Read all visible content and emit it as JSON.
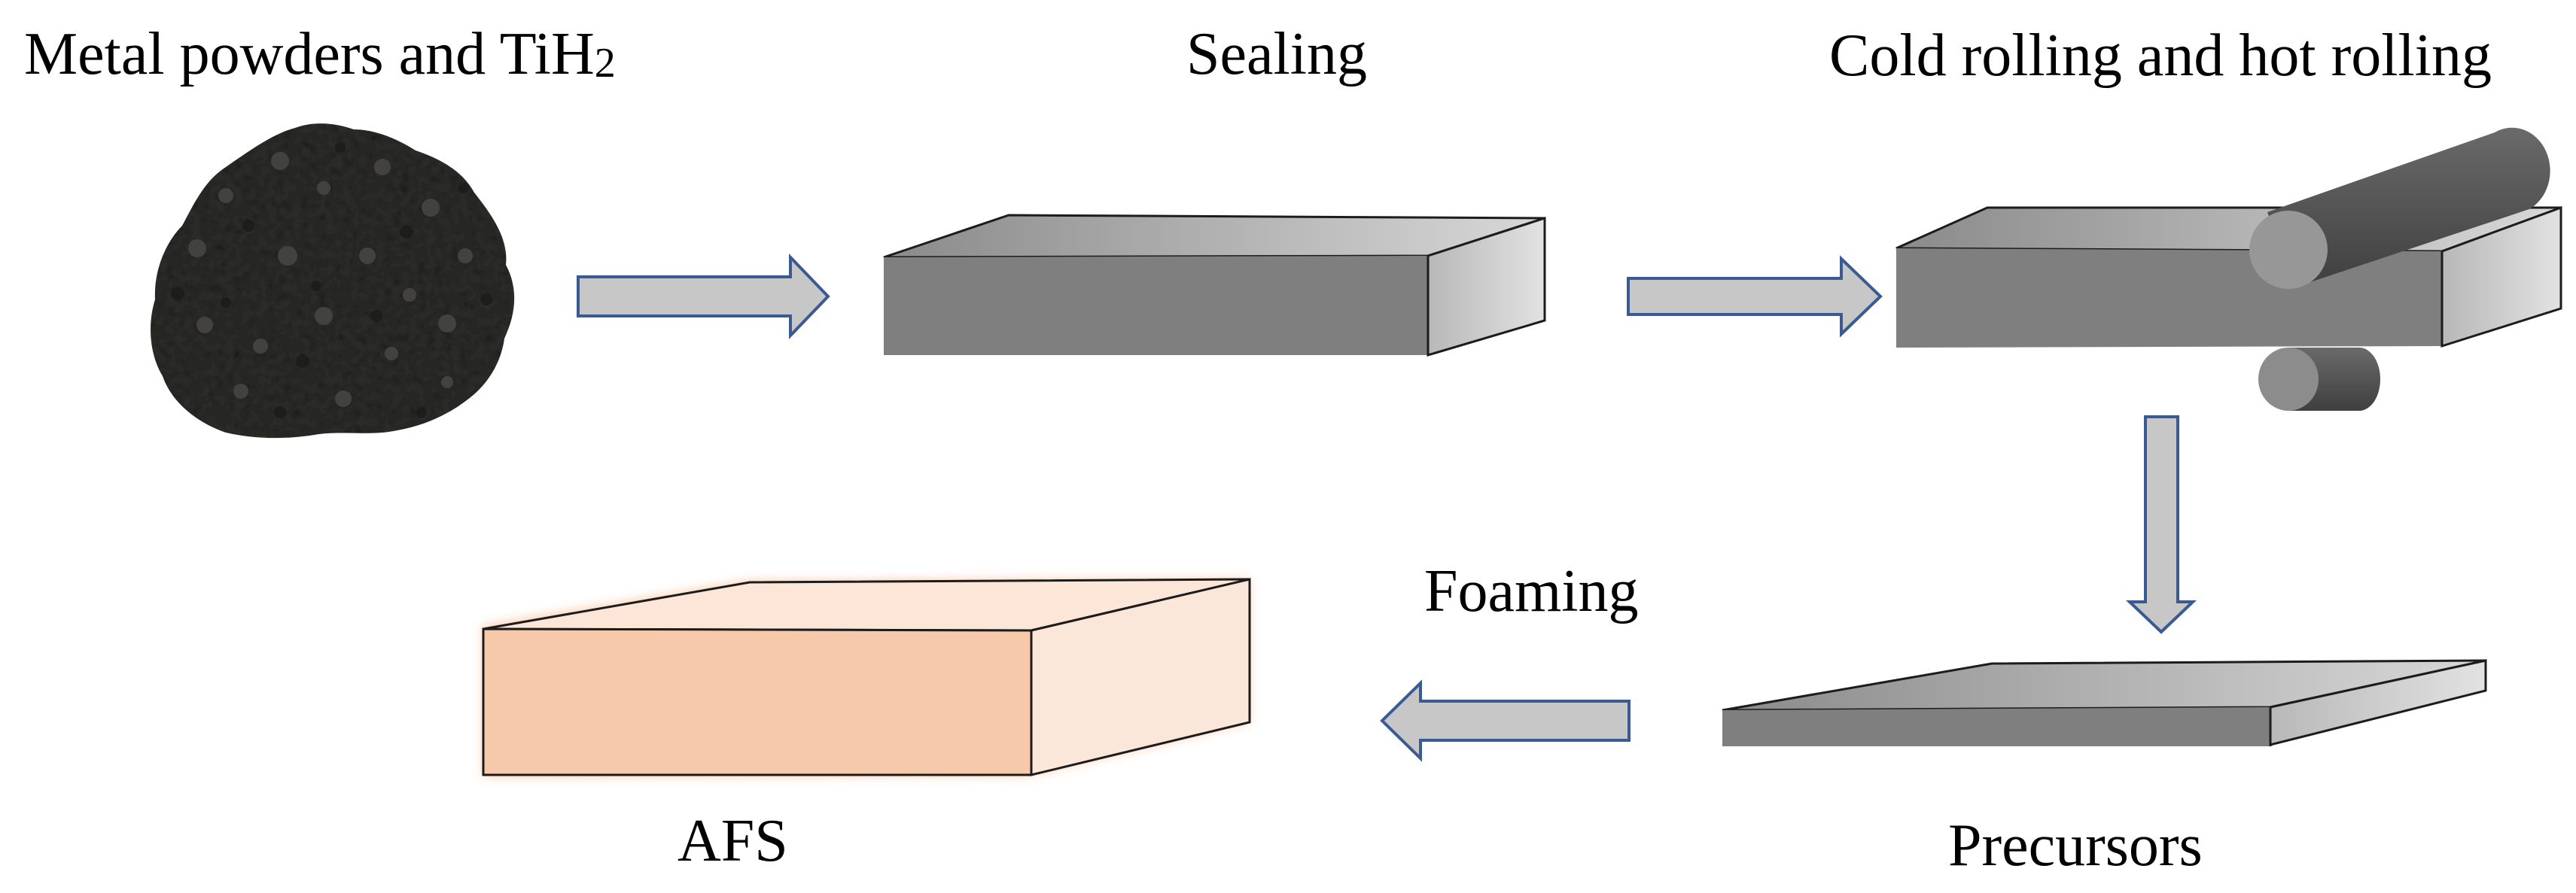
{
  "labels": {
    "powders_main": "Metal powders and TiH",
    "powders_sub": "2",
    "sealing": "Sealing",
    "rolling": "Cold rolling and hot rolling",
    "foaming": "Foaming",
    "precursors": "Precursors",
    "afs": "AFS"
  },
  "colors": {
    "arrow_fill": "#c7c7c7",
    "arrow_stroke": "#3a5a94",
    "slab_front": "#7f7f7f",
    "slab_top_dark": "#8e8e8e",
    "slab_top_light": "#d4d4d4",
    "slab_side": "#c0c0c0",
    "roller": "#5c5c5c",
    "afs_front": "#f6c9ab",
    "afs_top": "#fbe6d8",
    "afs_glow": "#f4a36a",
    "powder": "#2f2f2c"
  },
  "icons": {
    "powder": "powder-pile",
    "arrow": "block-arrow",
    "slab": "metal-slab",
    "rollers": "rolling-mill-rollers",
    "foam": "foam-block"
  }
}
